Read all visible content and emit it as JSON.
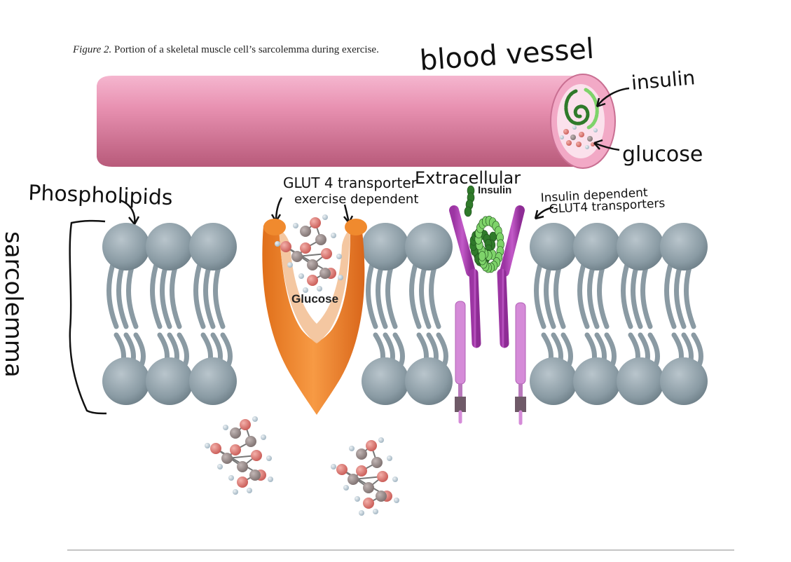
{
  "caption": {
    "figure_label": "Figure 2.",
    "text": "Portion of a skeletal muscle cell’s sarcolemma during exercise."
  },
  "annotations": {
    "blood_vessel": "blood vessel",
    "insulin": "insulin",
    "glucose": "glucose",
    "phospholipids": "Phospholipids",
    "glut4_line1": "GLUT 4 transporter",
    "glut4_line2": "exercise dependent",
    "extracellular": "Extracellular",
    "insulin_dependent_line1": "Insulin dependent",
    "insulin_dependent_line2": "GLUT4 transporters",
    "sarcolemma": "sarcolemma"
  },
  "labels": {
    "insulin": "Insulin",
    "glucose": "Glucose"
  },
  "colors": {
    "vessel": "#d9789a",
    "phospholipid_head": "#8e9ea7",
    "phospholipid_tail": "#8a9aa3",
    "glut4": "#f08a2e",
    "glut4_inner": "#f3c49c",
    "receptor": "#b347b8",
    "receptor_light": "#d58bd8",
    "insulin_dark": "#2f7a2a",
    "insulin_light": "#7ed36a",
    "glucose_red": "#e07a74",
    "glucose_grey": "#9a8d8c"
  }
}
